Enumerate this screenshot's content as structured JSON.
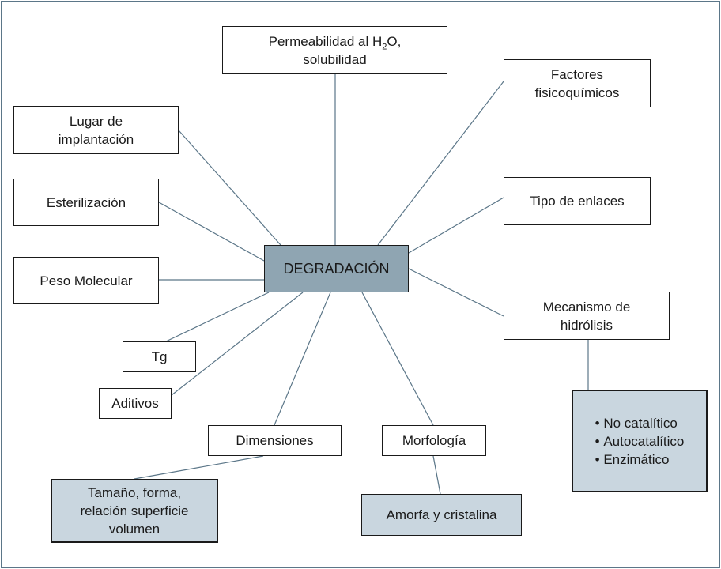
{
  "center": "DEGRADACIÓN",
  "nodes": {
    "permeabilidad_pre": "Permeabilidad al H",
    "permeabilidad_sub": "2",
    "permeabilidad_post": "O,",
    "permeabilidad_line2": "solubilidad",
    "factores_line1": "Factores",
    "factores_line2": "fisicoquímicos",
    "lugar_line1": "Lugar de",
    "lugar_line2": "implantación",
    "esterilizacion": "Esterilización",
    "tipo_enlaces": "Tipo de enlaces",
    "peso_molecular": "Peso Molecular",
    "mecanismo_line1": "Mecanismo de",
    "mecanismo_line2": "hidrólisis",
    "tg": "Tg",
    "aditivos": "Aditivos",
    "dimensiones": "Dimensiones",
    "morfologia": "Morfología",
    "tamano_line1": "Tamaño, forma,",
    "tamano_line2": "relación superficie",
    "tamano_line3": "volumen",
    "amorfa": "Amorfa y cristalina"
  },
  "mecanismo_items": [
    "No catalítico",
    "Autocatalítico",
    "Enzimático"
  ]
}
